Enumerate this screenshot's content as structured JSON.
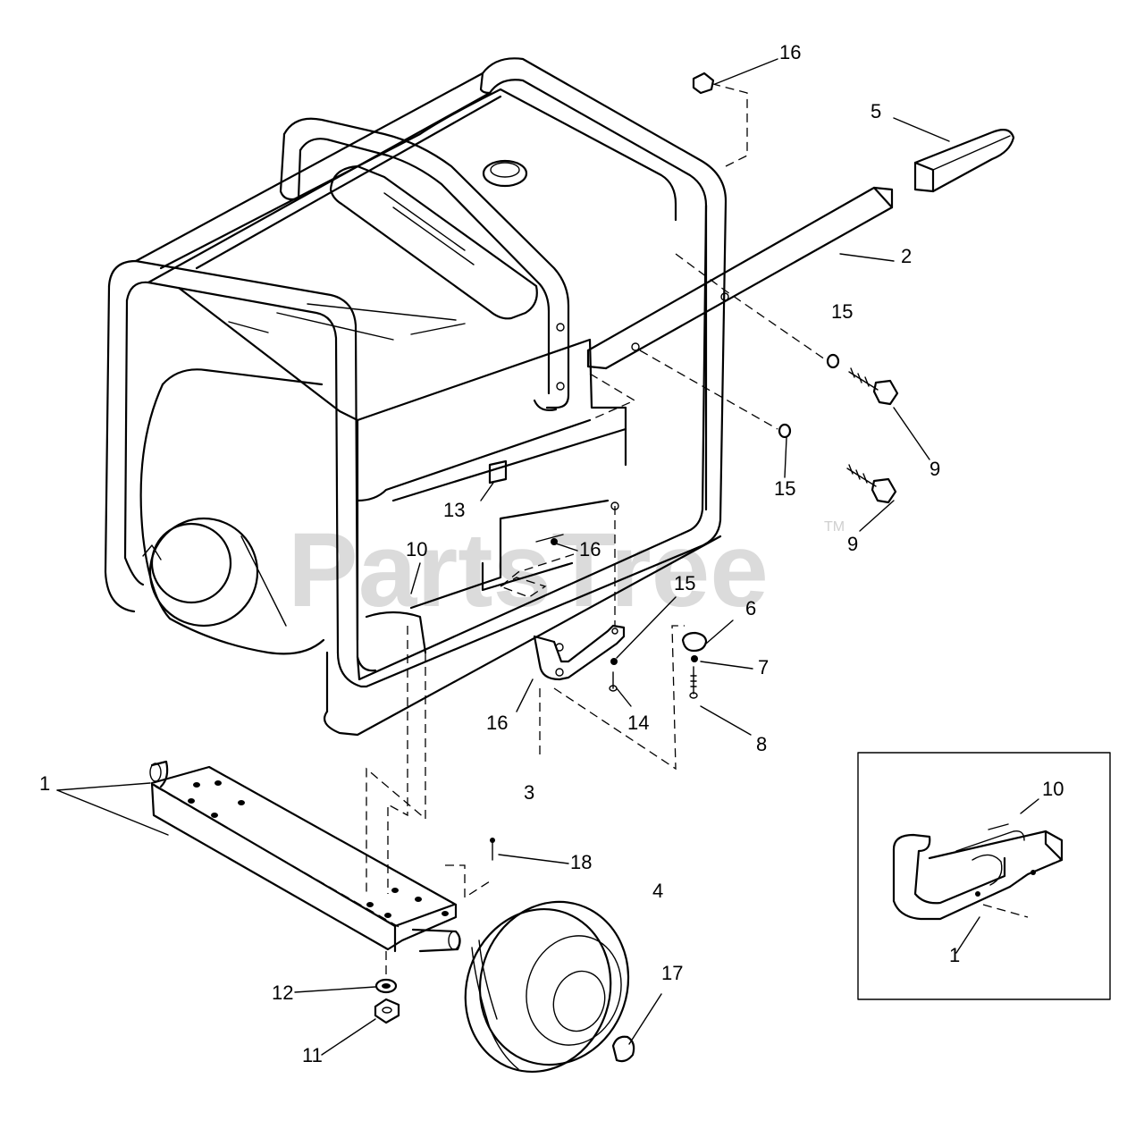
{
  "watermark": {
    "text": "PartsTree",
    "trademark": "TM"
  },
  "callouts": [
    {
      "id": "c16-top",
      "text": "16"
    },
    {
      "id": "c5",
      "text": "5"
    },
    {
      "id": "c2",
      "text": "2"
    },
    {
      "id": "c15-a",
      "text": "15"
    },
    {
      "id": "c9-a",
      "text": "9"
    },
    {
      "id": "c15-b",
      "text": "15"
    },
    {
      "id": "c9-b",
      "text": "9"
    },
    {
      "id": "c13",
      "text": "13"
    },
    {
      "id": "c16-mid",
      "text": "16"
    },
    {
      "id": "c10",
      "text": "10"
    },
    {
      "id": "c15-c",
      "text": "15"
    },
    {
      "id": "c6",
      "text": "6"
    },
    {
      "id": "c7",
      "text": "7"
    },
    {
      "id": "c14",
      "text": "14"
    },
    {
      "id": "c16-low",
      "text": "16"
    },
    {
      "id": "c8",
      "text": "8"
    },
    {
      "id": "c3",
      "text": "3"
    },
    {
      "id": "c1",
      "text": "1"
    },
    {
      "id": "c18",
      "text": "18"
    },
    {
      "id": "c4",
      "text": "4"
    },
    {
      "id": "c17",
      "text": "17"
    },
    {
      "id": "c12",
      "text": "12"
    },
    {
      "id": "c11",
      "text": "11"
    },
    {
      "id": "c10-inset",
      "text": "10"
    },
    {
      "id": "c1-inset",
      "text": "1"
    }
  ]
}
